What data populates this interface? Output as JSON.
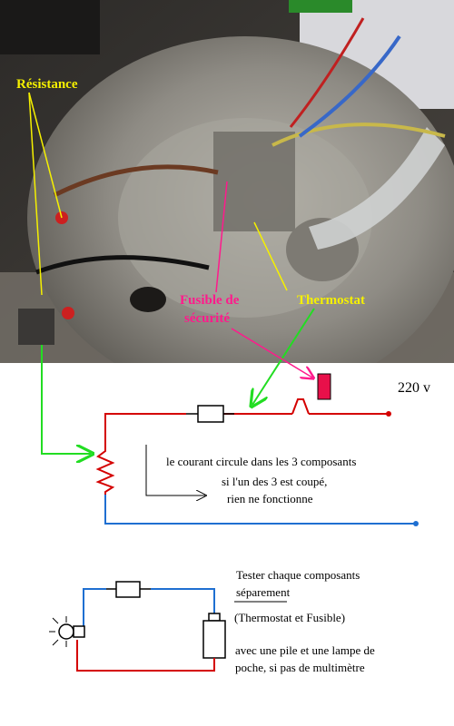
{
  "photo_labels": {
    "resistance": "Résistance",
    "fuse_line1": "Fusible de",
    "fuse_line2": "sécurité",
    "thermostat": "Thermostat"
  },
  "circuit": {
    "voltage": "220 v",
    "note_line1": "le courant circule dans les 3 composants",
    "note_line2": "si l'un des 3 est coupé,",
    "note_line3": "rien ne fonctionne"
  },
  "test": {
    "title_line1": "Tester chaque composants",
    "title_line2": "séparement",
    "items": "(Thermostat et Fusible)",
    "method_line1": "avec une pile et une lampe de",
    "method_line2": "poche, si pas de multimètre"
  },
  "colors": {
    "label_yellow": "#f5f000",
    "label_magenta": "#ff1a8c",
    "arrow_green": "#22dd22",
    "wire_red": "#d40000",
    "wire_blue": "#1f6fd1",
    "fuse_fill": "#e8104a"
  }
}
